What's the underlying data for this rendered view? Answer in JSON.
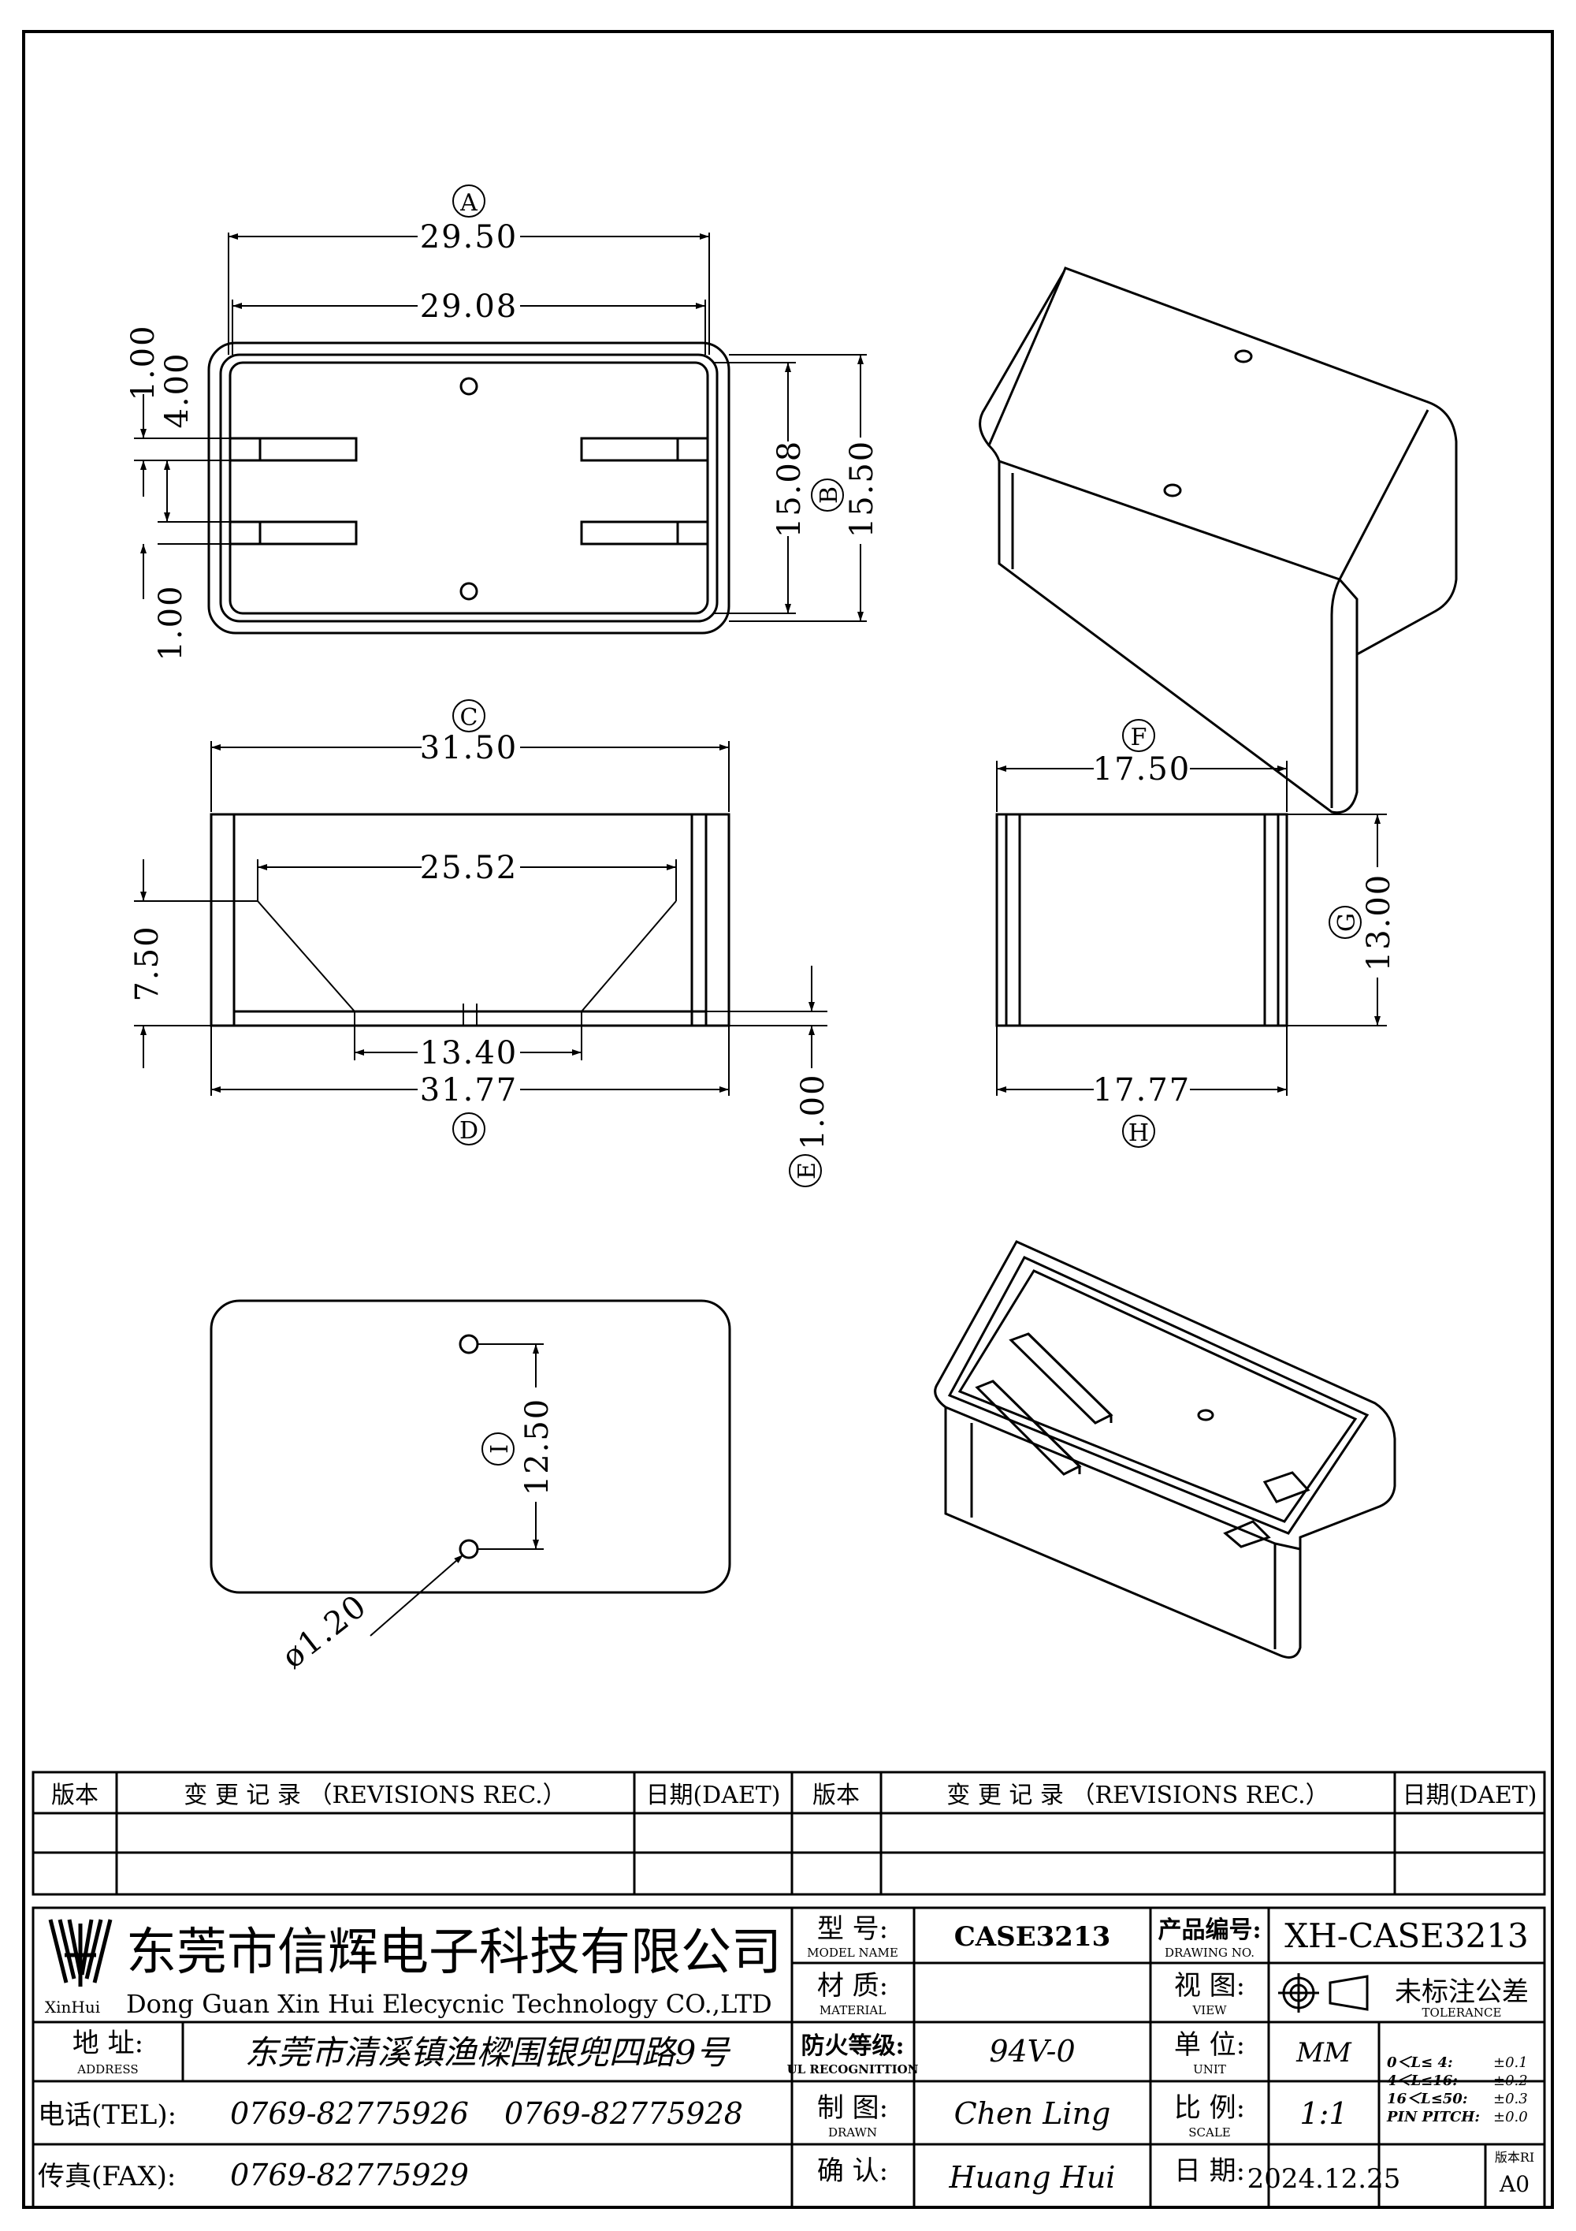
{
  "dims": {
    "a_outer": "29.50",
    "a_inner": "29.08",
    "b_inner": "15.08",
    "b_outer": "15.50",
    "side_1": "1.00",
    "side_4": "4.00",
    "side_1b": "1.00",
    "c_top": "31.50",
    "c_inner": "25.52",
    "c_height": "7.50",
    "c_bottom_inner": "13.40",
    "d_bottom": "31.77",
    "e_thick": "1.00",
    "f_top": "17.50",
    "g_height": "13.00",
    "h_bottom": "17.77",
    "i_pitch": "12.50",
    "hole_dia": "ø1.20"
  },
  "callouts": {
    "a": "A",
    "b": "B",
    "c": "C",
    "d": "D",
    "e": "E",
    "f": "F",
    "g": "G",
    "h": "H",
    "i": "I"
  },
  "revisions": {
    "col_version": "版本",
    "col_change": "变 更 记 录 （REVISIONS REC.）",
    "col_date": "日期(DAET)"
  },
  "titleblock": {
    "logo_text": "XinHui",
    "company_cn": "东莞市信辉电子科技有限公司",
    "company_en": "Dong Guan Xin Hui Elecycnic Technology CO.,LTD",
    "address_label": "地  址:",
    "address_label_en": "ADDRESS",
    "address_value": "东莞市清溪镇渔樑围银兜四路9号",
    "tel_label": "电话(TEL):",
    "tel_1": "0769-82775926",
    "tel_2": "0769-82775928",
    "fax_label": "传真(FAX):",
    "fax_value": "0769-82775929",
    "model_label": "型  号:",
    "model_label_en": "MODEL NAME",
    "model_value": "CASE3213",
    "material_label": "材  质:",
    "material_label_en": "MATERIAL",
    "material_value": "",
    "fire_label": "防火等级:",
    "fire_label_en": "UL RECOGNITTION",
    "fire_value": "94V-0",
    "drawn_label": "制  图:",
    "drawn_label_en": "DRAWN",
    "drawn_value": "Chen Ling",
    "confirm_label": "确  认:",
    "confirm_value": "Huang Hui",
    "drawing_no_label": "产品编号:",
    "drawing_no_label_en": "DRAWING NO.",
    "drawing_no_value": "XH-CASE3213",
    "view_label": "视  图:",
    "view_label_en": "VIEW",
    "unit_label": "单  位:",
    "unit_label_en": "UNIT",
    "unit_value": "MM",
    "scale_label": "比  例:",
    "scale_label_en": "SCALE",
    "scale_value": "1:1",
    "date_label": "日  期:",
    "date_value": "2024.12.25",
    "tolerance_title": "未标注公差",
    "tolerance_en": "TOLERANCE",
    "tol_1_range": "0＜L≤ 4:",
    "tol_1_val": "±0.1",
    "tol_2_range": "4＜L≤16:",
    "tol_2_val": "±0.2",
    "tol_3_range": "16＜L≤50:",
    "tol_3_val": "±0.3",
    "tol_4_range": "PIN PITCH:",
    "tol_4_val": "±0.0",
    "version_label": "版本RI",
    "version_value": "A0"
  }
}
